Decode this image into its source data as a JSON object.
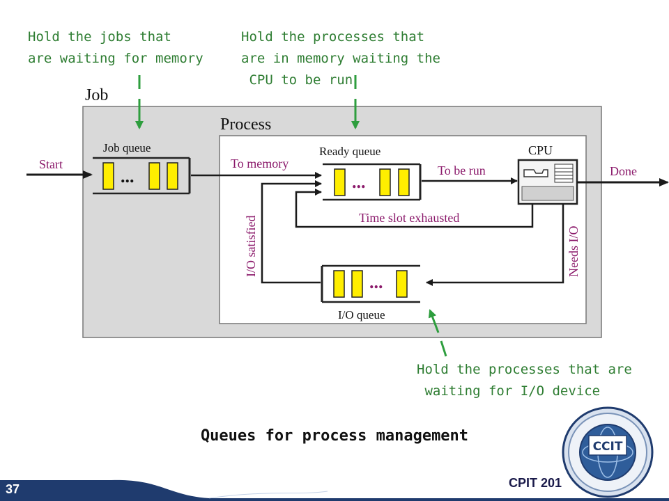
{
  "annotations": {
    "jobs_waiting": "Hold the jobs that\nare waiting for memory",
    "processes_ready": "Hold the processes that\nare in memory waiting the\n CPU to be run",
    "processes_io": "Hold the processes that are\n waiting for I/O device"
  },
  "diagram": {
    "job_label": "Job",
    "process_label": "Process",
    "job_queue": "Job queue",
    "ready_queue": "Ready queue",
    "cpu": "CPU",
    "io_queue": "I/O queue",
    "start": "Start",
    "to_memory": "To memory",
    "to_be_run": "To be run",
    "done": "Done",
    "time_slot_exhausted": "Time slot exhausted",
    "io_satisfied": "I/O satisfied",
    "needs_io": "Needs I/O",
    "ellipsis": "...",
    "logo_text": "CCIT"
  },
  "caption": "Queues for process management",
  "footer": {
    "slide_number": "37",
    "course_code": "CPIT 201"
  },
  "colors": {
    "annotation": "#2e7d32",
    "arrow_label": "#8b1a6b",
    "queue_cell": "#ffee00",
    "job_box": "#d9d9d9",
    "footer_bar": "#1f3b6e"
  }
}
